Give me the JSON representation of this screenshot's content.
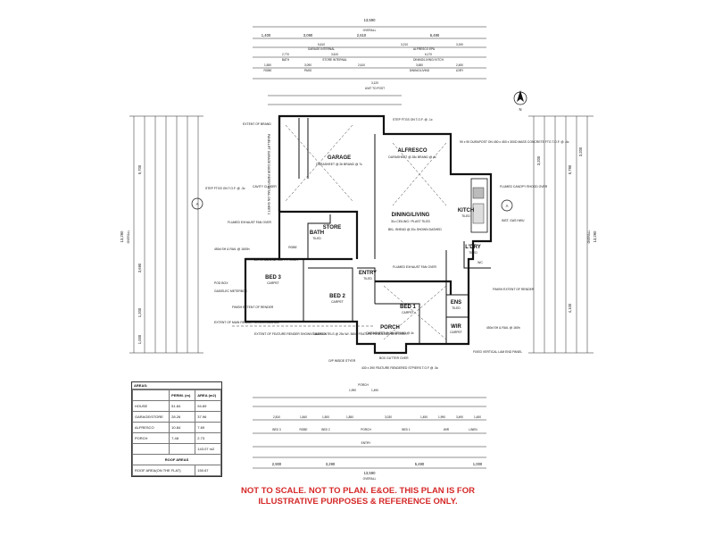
{
  "dims": {
    "overall_total": "13,590",
    "overall_label": "OVERALL",
    "top_row1": [
      "1,400",
      "3,090",
      "2,610",
      "6,490"
    ],
    "top_row2": [
      "GARAGE INTERNAL",
      "ALFRESCO EPA"
    ],
    "top_row2_vals": [
      "5,610",
      "3,210",
      "3,190"
    ],
    "top_row3": [
      "BATH",
      "STORE INTERNAL",
      "DINING/LIVING/ KITCH"
    ],
    "top_row3_vals": [
      "2,770",
      "3,610",
      "6,170"
    ],
    "top_row4": [
      "ROBE",
      "PASS",
      "DINING/LIVING",
      "LDRY"
    ],
    "top_row4_vals": [
      "1,650",
      "3,090",
      "2,610",
      "3,650",
      "2,450"
    ],
    "unit_to_post": "UNIT TO POST",
    "unit_to_post_val": "3,120",
    "right_vertical": [
      "13,290",
      "OVERALL",
      "5,790",
      "4,100",
      "3,200",
      "3,200"
    ],
    "left_vertical": [
      "13,290",
      "OVERALL",
      "5,700",
      "3,690",
      "1,200",
      "1,000"
    ],
    "bottom_row1": [
      "2,900",
      "3,290",
      "5,490",
      "1,000"
    ],
    "bottom_total": "13,590",
    "bottom_overall": "OVERALL",
    "bottom_labels": [
      "BED 3",
      "ROBE",
      "BED 2",
      "PORCH",
      "BED 1",
      "ENTRY",
      "WIR",
      "LINEN"
    ],
    "bottom_vals": [
      "2,810",
      "1,840",
      "1,500",
      "1,850",
      "3,030",
      "1,450",
      "1,990",
      "3,490",
      "1,450"
    ],
    "porch_dims": [
      "1,990",
      "1,490",
      "PORCH"
    ]
  },
  "rooms": {
    "garage": "GARAGE",
    "garage_sub": "DURASHEET @ 2b BRAND @ 7c",
    "alfresco": "ALFRESCO",
    "alfresco_sub": "DURASHEET @ 28c BRAND @ 4c",
    "store": "STORE",
    "dining": "DINING/LIVING",
    "dining_sub": "31c CEILING / PLAST TILED",
    "kitch": "KITCH",
    "kitch_sub": "TILED",
    "bath": "BATH",
    "bath_sub": "TILED",
    "ldry": "L'DRY",
    "ldry_sub": "TILED",
    "bed3": "BED 3",
    "bed3_sub": "CARPET",
    "bed2": "BED 2",
    "bed2_sub": "CARPET",
    "bed1": "BED 1",
    "bed1_sub": "CARPET",
    "entry": "ENTRY",
    "entry_sub": "TILED",
    "porch": "PORCH",
    "porch_sub": "DURASHEET @ 28c BRAND @ 4c",
    "ens": "ENS",
    "ens_sub": "TILED",
    "wir": "WIR",
    "wir_sub": "CARPET",
    "robe": "ROBE",
    "wc": "WC"
  },
  "notes": {
    "extent_brand": "EXTENT OF BRAND",
    "step_ftgs": "STEP FTGS ON T.O.F. @ -3c",
    "step_ftgs_right": "STEP FTGS ON T.O.F. @ -1c",
    "durapost": "90 x 90 DURAPOST ON 450 x 450 x 300D MASS CONCRETE FTG T.O.F. @ -4c",
    "flumed_canopy": "FLUMED CANOPY RHOOD OVER",
    "inst_gas": "INST. GAS HWU",
    "cavity_closer": "CAVITY CLOSER",
    "flumed_exhaust": "FLUMED EXHAUST FAN OVER",
    "sill_rail": "450d SH & RAIL @ 1600h",
    "pod_box": "POD BOX",
    "gas_meter": "GAS/ELEC METERBOX",
    "finish_render": "FINISH EXTENT OF RENDER",
    "finish_render_right": "FINISH EXTENT OF RENDER",
    "extent_main_render": "EXTENT OF MAIN RENDER SHOWN DASHED",
    "extent_feature_render": "EXTENT OF FEATURE RENDER SHOWN DASHED",
    "feature_lintels": "T-BAR LINTELS @ 25c W/- 560w FEATURE RENDERED BRK OVER",
    "box_gutter": "BOX GUTTER OVER",
    "op_inside": "O/P INSIDE STYER",
    "feature_renderer": "430 x 390 FEATURE RENDERED STPIERS T.O.F @ -5c",
    "fixed_vertical": "FIXED VERTICAL LAM END PANEL",
    "sill_rail_right": "450d SH & RAIL @ 160h",
    "bulkhead": "BKL. BHEAD @ 20c SHOWN DASHED",
    "soffit": "2x FIR S/LTs W/- SOFFIT OVER",
    "flumed_exhaust2": "FLUMED EXHAUST FAN OVER",
    "garage_door": "PANELLIFT GARAGE DOOR REFER DETAIL ON SHEET 2",
    "north": "N"
  },
  "areas": {
    "title": "AREAS:",
    "headers": [
      "",
      "PERIM. (m)",
      "AREA (m2)"
    ],
    "rows": [
      [
        "HOUSE",
        "51.84",
        "94.69"
      ],
      [
        "GARAGE/STORE",
        "28.26",
        "37.96"
      ],
      [
        "ALFRESCO",
        "10.84",
        "7.69"
      ],
      [
        "PORCH",
        "7.48",
        "2.73"
      ]
    ],
    "total": "143.07 m2",
    "roof_title": "ROOF AREAS",
    "roof_label": "ROOF AREA(ON THE FLAT)",
    "roof_value": "150.67"
  },
  "disclaimer": "NOT TO SCALE. NOT TO PLAN. E&OE. THIS PLAN IS FOR ILLUSTRATIVE PURPOSES & REFERENCE ONLY."
}
